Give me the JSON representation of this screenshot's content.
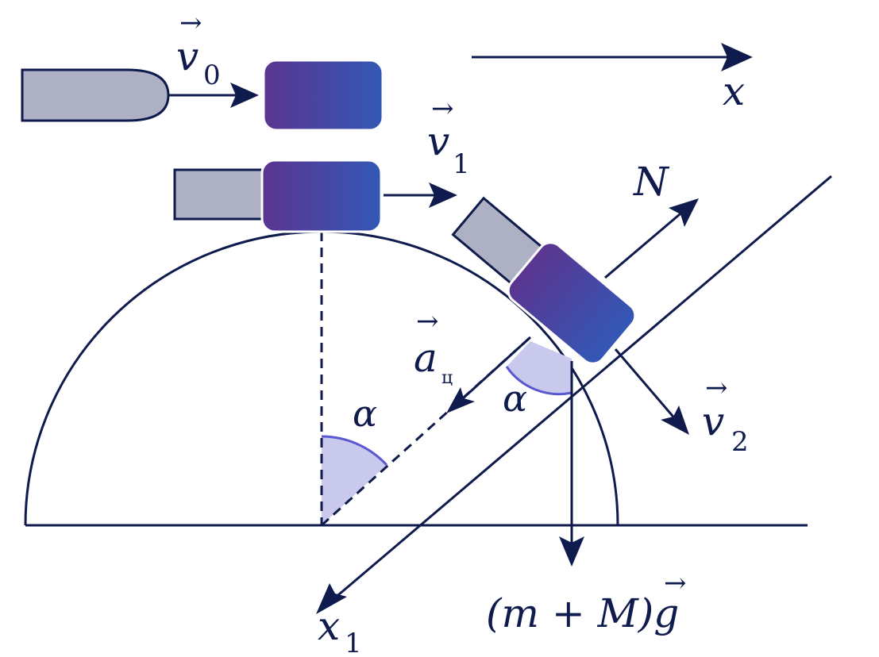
{
  "colors": {
    "ink": "#0f1a4d",
    "bullet_fill": "#adb1c3",
    "block_gradient_start": "#5b3590",
    "block_gradient_end": "#3358b6",
    "angle_fill": "#c9c9ee",
    "angle_arc": "#5a58d0"
  },
  "labels": {
    "v0": "v",
    "v0_sub": "0",
    "v1": "v",
    "v1_sub": "1",
    "v2": "v",
    "v2_sub": "2",
    "x_axis": "x",
    "x1_axis": "x",
    "x1_sub": "1",
    "normal": "N",
    "accel": "a",
    "accel_sub": "ц",
    "alpha_center": "α",
    "alpha_block": "α",
    "gravity": "(m + M)g"
  },
  "icons": {
    "vector_arrow": "→"
  }
}
